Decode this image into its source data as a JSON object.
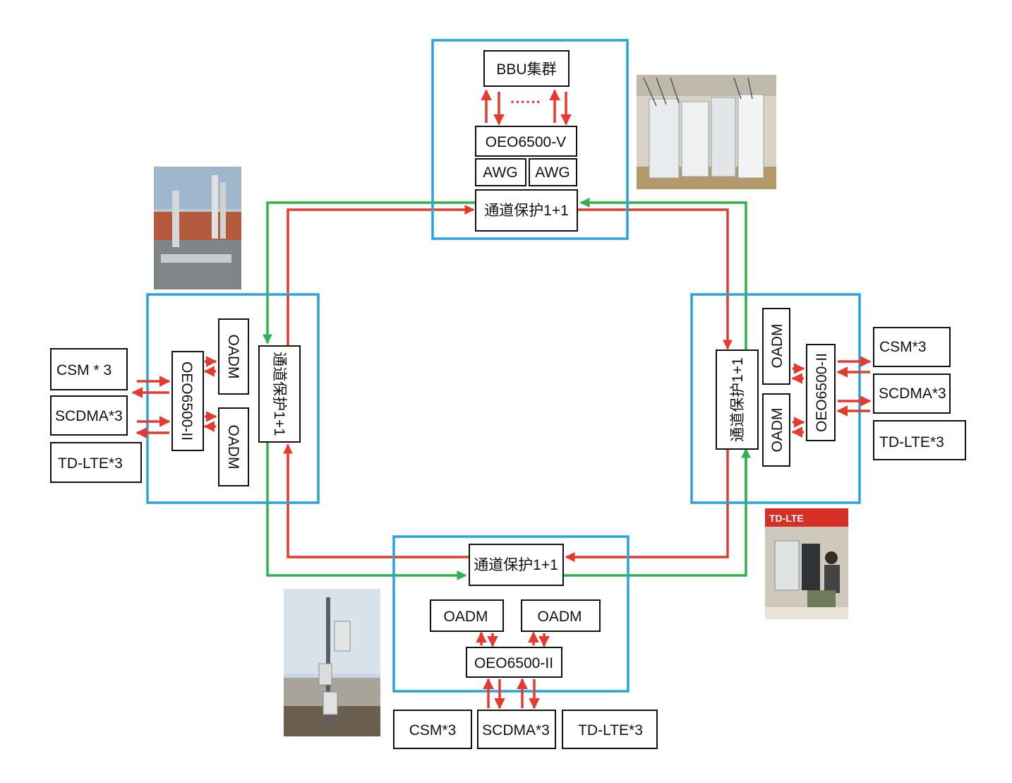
{
  "colors": {
    "node_border": "#29a3dc",
    "working_path": "#e53a2e",
    "protection_path": "#2db34a",
    "box_border": "#111111"
  },
  "top_node": {
    "bbu": "BBU集群",
    "oeo": "OEO6500-V",
    "awg_left": "AWG",
    "awg_right": "AWG",
    "protect": "通道保护1+1",
    "dots": "······"
  },
  "left_node": {
    "oadm_top": "OADM",
    "oadm_bottom": "OADM",
    "oeo": "OEO6500-II",
    "protect": "通道保护1+1"
  },
  "right_node": {
    "oadm_top": "OADM",
    "oadm_bottom": "OADM",
    "oeo": "OEO6500-II",
    "protect": "通道保护1+1"
  },
  "bottom_node": {
    "protect": "通道保护1+1",
    "oadm_left": "OADM",
    "oadm_right": "OADM",
    "oeo": "OEO6500-II"
  },
  "left_services": [
    "CSM * 3",
    "SCDMA*3",
    "TD-LTE*3"
  ],
  "right_services": [
    "CSM*3",
    "SCDMA*3",
    "TD-LTE*3"
  ],
  "bottom_services": [
    "CSM*3",
    "SCDMA*3",
    "TD-LTE*3"
  ],
  "photos": {
    "equipment_room": "equipment-room-photo",
    "rooftop_station": "rooftop-station-photo",
    "tdlte_site": "td-lte-site-photo",
    "tower_site": "tower-site-photo",
    "tdlte_banner": "TD-LTE"
  }
}
